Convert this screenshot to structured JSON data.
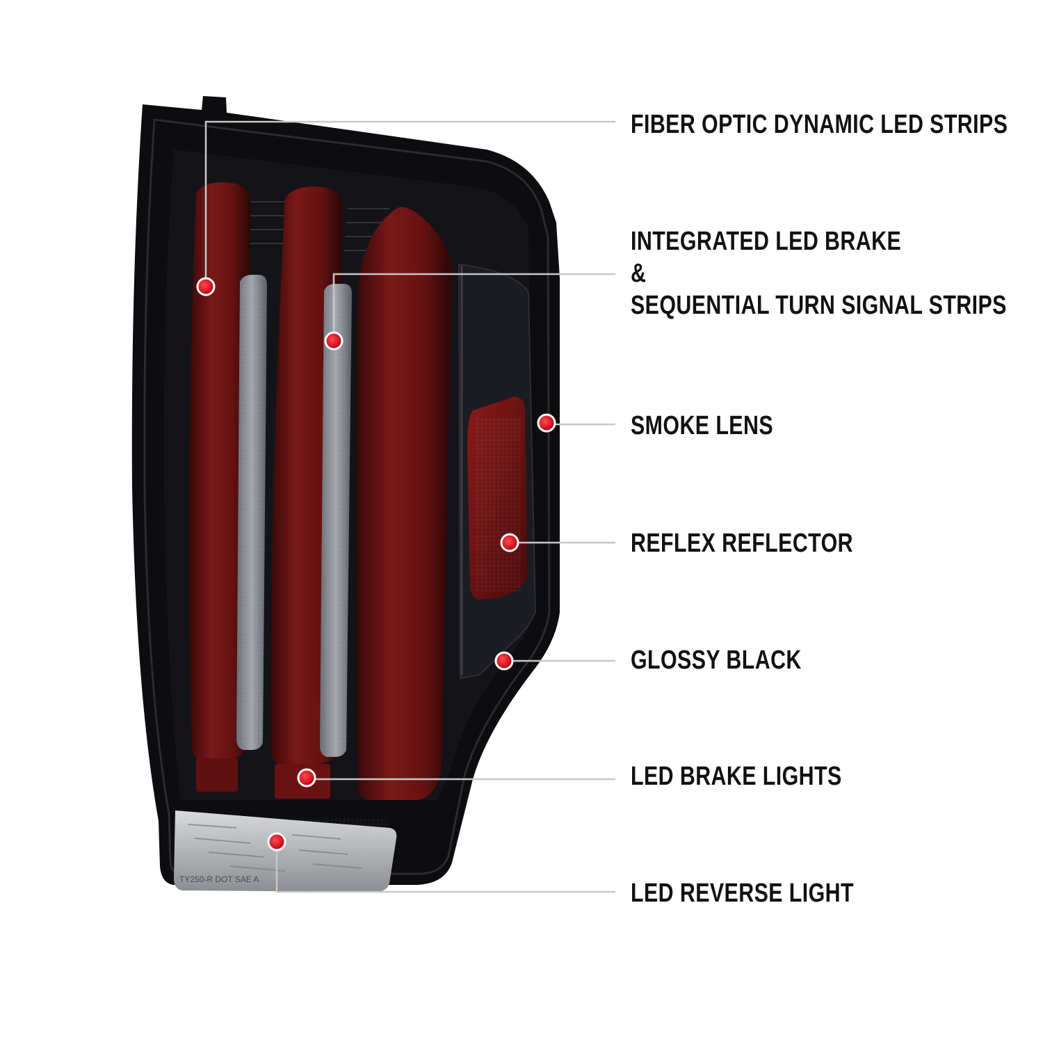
{
  "callouts": {
    "fiber_optic": "FIBER OPTIC DYNAMIC LED STRIPS",
    "integrated_brake": [
      "INTEGRATED LED BRAKE",
      "&",
      "SEQUENTIAL TURN SIGNAL STRIPS"
    ],
    "smoke_lens": "SMOKE LENS",
    "reflex_reflector": "REFLEX REFLECTOR",
    "glossy_black": "GLOSSY BLACK",
    "led_brake_lights": "LED BRAKE LIGHTS",
    "led_reverse_light": "LED REVERSE LIGHT"
  },
  "lens_marking": "TY250-R   DOT SAE A",
  "colors": {
    "housing": "#0d0d0f",
    "red_lens": "#6e1414",
    "smoke_strip": "#8a8c92",
    "marker_dot": "#e0101c",
    "leader_line": "#c8c8c8"
  }
}
